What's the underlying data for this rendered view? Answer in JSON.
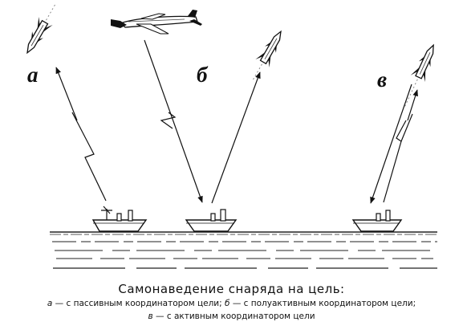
{
  "panels": [
    {
      "key": "a",
      "label": "а"
    },
    {
      "key": "b",
      "label": "б"
    },
    {
      "key": "c",
      "label": "в"
    }
  ],
  "caption": {
    "title": "Самонаведение снаряда на цель:",
    "line1_parts": [
      {
        "text": "а",
        "italic": true
      },
      {
        "text": " — с пассивным координатором цели; ",
        "italic": false
      },
      {
        "text": "б",
        "italic": true
      },
      {
        "text": " — с полуактивным координатором цели;",
        "italic": false
      }
    ],
    "line2_parts": [
      {
        "text": "в",
        "italic": true
      },
      {
        "text": " — с активным координатором цели",
        "italic": false
      }
    ]
  }
}
